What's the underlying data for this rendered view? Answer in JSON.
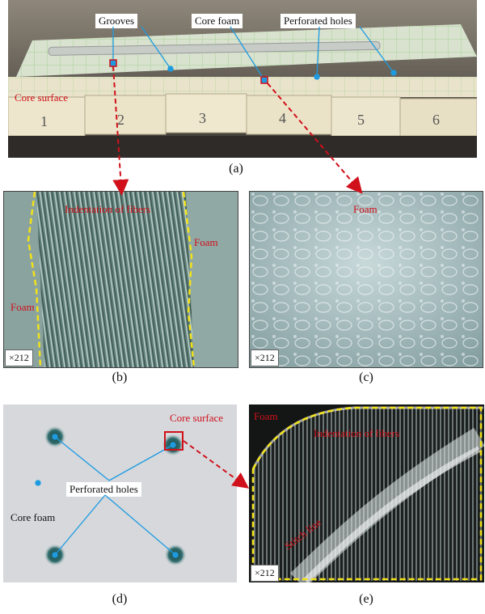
{
  "captions": {
    "a": "(a)",
    "b": "(b)",
    "c": "(c)",
    "d": "(d)",
    "e": "(e)"
  },
  "panel_a": {
    "labels": {
      "grooves": "Grooves",
      "core_foam": "Core foam",
      "perforated_holes": "Perforated holes",
      "core_surface": "Core surface"
    },
    "block_numbers": [
      "1",
      "2",
      "3",
      "4",
      "5",
      "6"
    ]
  },
  "panel_b": {
    "indentation": "Indentation of fibers",
    "foam_right": "Foam",
    "foam_left": "Foam",
    "magnification": "×212"
  },
  "panel_c": {
    "foam": "Foam",
    "magnification": "×212"
  },
  "panel_d": {
    "core_surface": "Core surface",
    "perforated_holes": "Perforated holes",
    "core_foam": "Core foam"
  },
  "panel_e": {
    "foam": "Foam",
    "indentation": "Indentation of fibers",
    "stitch_line": "Stitch line",
    "magnification": "×212"
  },
  "colors": {
    "annotation_red": "#d0101a",
    "leader_blue": "#1e9be0",
    "boundary_yellow": "#f2e21a"
  }
}
